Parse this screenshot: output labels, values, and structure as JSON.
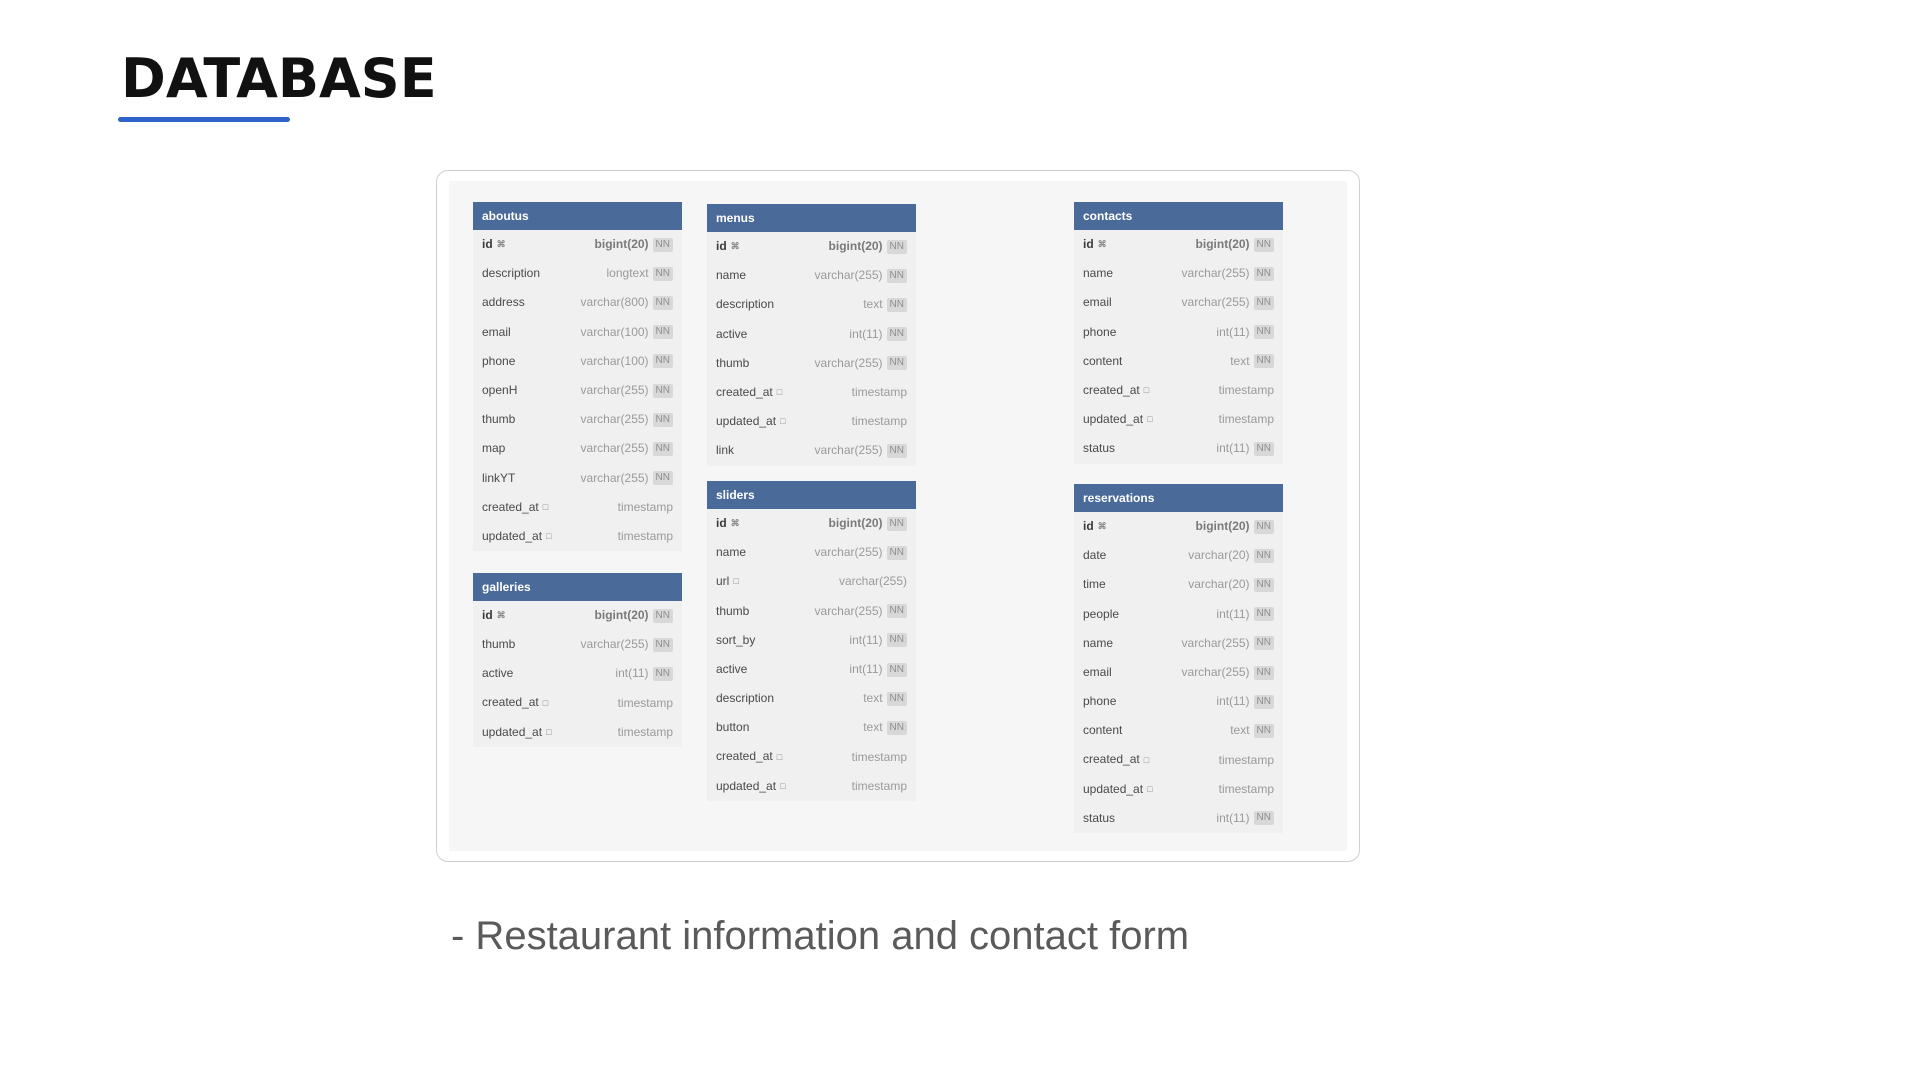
{
  "page": {
    "title": "DATABASE",
    "caption": "- Restaurant information and contact form"
  },
  "colors": {
    "accent": "#2e63c9",
    "table_header": "#4a6a99",
    "table_body": "#f0f0f0"
  },
  "icons": {
    "primary_key": "key-icon",
    "nullable": "note-icon"
  },
  "tables": [
    {
      "name": "aboutus",
      "columns": [
        {
          "name": "id",
          "type": "bigint(20)",
          "nn": "NN",
          "pk": true
        },
        {
          "name": "description",
          "type": "longtext",
          "nn": "NN"
        },
        {
          "name": "address",
          "type": "varchar(800)",
          "nn": "NN"
        },
        {
          "name": "email",
          "type": "varchar(100)",
          "nn": "NN"
        },
        {
          "name": "phone",
          "type": "varchar(100)",
          "nn": "NN"
        },
        {
          "name": "openH",
          "type": "varchar(255)",
          "nn": "NN"
        },
        {
          "name": "thumb",
          "type": "varchar(255)",
          "nn": "NN"
        },
        {
          "name": "map",
          "type": "varchar(255)",
          "nn": "NN"
        },
        {
          "name": "linkYT",
          "type": "varchar(255)",
          "nn": "NN"
        },
        {
          "name": "created_at",
          "type": "timestamp",
          "nn": "",
          "nullable": true
        },
        {
          "name": "updated_at",
          "type": "timestamp",
          "nn": "",
          "nullable": true
        }
      ]
    },
    {
      "name": "galleries",
      "columns": [
        {
          "name": "id",
          "type": "bigint(20)",
          "nn": "NN",
          "pk": true
        },
        {
          "name": "thumb",
          "type": "varchar(255)",
          "nn": "NN"
        },
        {
          "name": "active",
          "type": "int(11)",
          "nn": "NN"
        },
        {
          "name": "created_at",
          "type": "timestamp",
          "nn": "",
          "nullable": true
        },
        {
          "name": "updated_at",
          "type": "timestamp",
          "nn": "",
          "nullable": true
        }
      ]
    },
    {
      "name": "menus",
      "columns": [
        {
          "name": "id",
          "type": "bigint(20)",
          "nn": "NN",
          "pk": true
        },
        {
          "name": "name",
          "type": "varchar(255)",
          "nn": "NN"
        },
        {
          "name": "description",
          "type": "text",
          "nn": "NN"
        },
        {
          "name": "active",
          "type": "int(11)",
          "nn": "NN"
        },
        {
          "name": "thumb",
          "type": "varchar(255)",
          "nn": "NN"
        },
        {
          "name": "created_at",
          "type": "timestamp",
          "nn": "",
          "nullable": true
        },
        {
          "name": "updated_at",
          "type": "timestamp",
          "nn": "",
          "nullable": true
        },
        {
          "name": "link",
          "type": "varchar(255)",
          "nn": "NN"
        }
      ]
    },
    {
      "name": "sliders",
      "columns": [
        {
          "name": "id",
          "type": "bigint(20)",
          "nn": "NN",
          "pk": true
        },
        {
          "name": "name",
          "type": "varchar(255)",
          "nn": "NN"
        },
        {
          "name": "url",
          "type": "varchar(255)",
          "nn": "",
          "nullable": true
        },
        {
          "name": "thumb",
          "type": "varchar(255)",
          "nn": "NN"
        },
        {
          "name": "sort_by",
          "type": "int(11)",
          "nn": "NN"
        },
        {
          "name": "active",
          "type": "int(11)",
          "nn": "NN"
        },
        {
          "name": "description",
          "type": "text",
          "nn": "NN"
        },
        {
          "name": "button",
          "type": "text",
          "nn": "NN"
        },
        {
          "name": "created_at",
          "type": "timestamp",
          "nn": "",
          "nullable": true
        },
        {
          "name": "updated_at",
          "type": "timestamp",
          "nn": "",
          "nullable": true
        }
      ]
    },
    {
      "name": "contacts",
      "columns": [
        {
          "name": "id",
          "type": "bigint(20)",
          "nn": "NN",
          "pk": true
        },
        {
          "name": "name",
          "type": "varchar(255)",
          "nn": "NN"
        },
        {
          "name": "email",
          "type": "varchar(255)",
          "nn": "NN"
        },
        {
          "name": "phone",
          "type": "int(11)",
          "nn": "NN"
        },
        {
          "name": "content",
          "type": "text",
          "nn": "NN"
        },
        {
          "name": "created_at",
          "type": "timestamp",
          "nn": "",
          "nullable": true
        },
        {
          "name": "updated_at",
          "type": "timestamp",
          "nn": "",
          "nullable": true
        },
        {
          "name": "status",
          "type": "int(11)",
          "nn": "NN"
        }
      ]
    },
    {
      "name": "reservations",
      "columns": [
        {
          "name": "id",
          "type": "bigint(20)",
          "nn": "NN",
          "pk": true
        },
        {
          "name": "date",
          "type": "varchar(20)",
          "nn": "NN"
        },
        {
          "name": "time",
          "type": "varchar(20)",
          "nn": "NN"
        },
        {
          "name": "people",
          "type": "int(11)",
          "nn": "NN"
        },
        {
          "name": "name",
          "type": "varchar(255)",
          "nn": "NN"
        },
        {
          "name": "email",
          "type": "varchar(255)",
          "nn": "NN"
        },
        {
          "name": "phone",
          "type": "int(11)",
          "nn": "NN"
        },
        {
          "name": "content",
          "type": "text",
          "nn": "NN"
        },
        {
          "name": "created_at",
          "type": "timestamp",
          "nn": "",
          "nullable": true
        },
        {
          "name": "updated_at",
          "type": "timestamp",
          "nn": "",
          "nullable": true
        },
        {
          "name": "status",
          "type": "int(11)",
          "nn": "NN"
        }
      ]
    }
  ]
}
